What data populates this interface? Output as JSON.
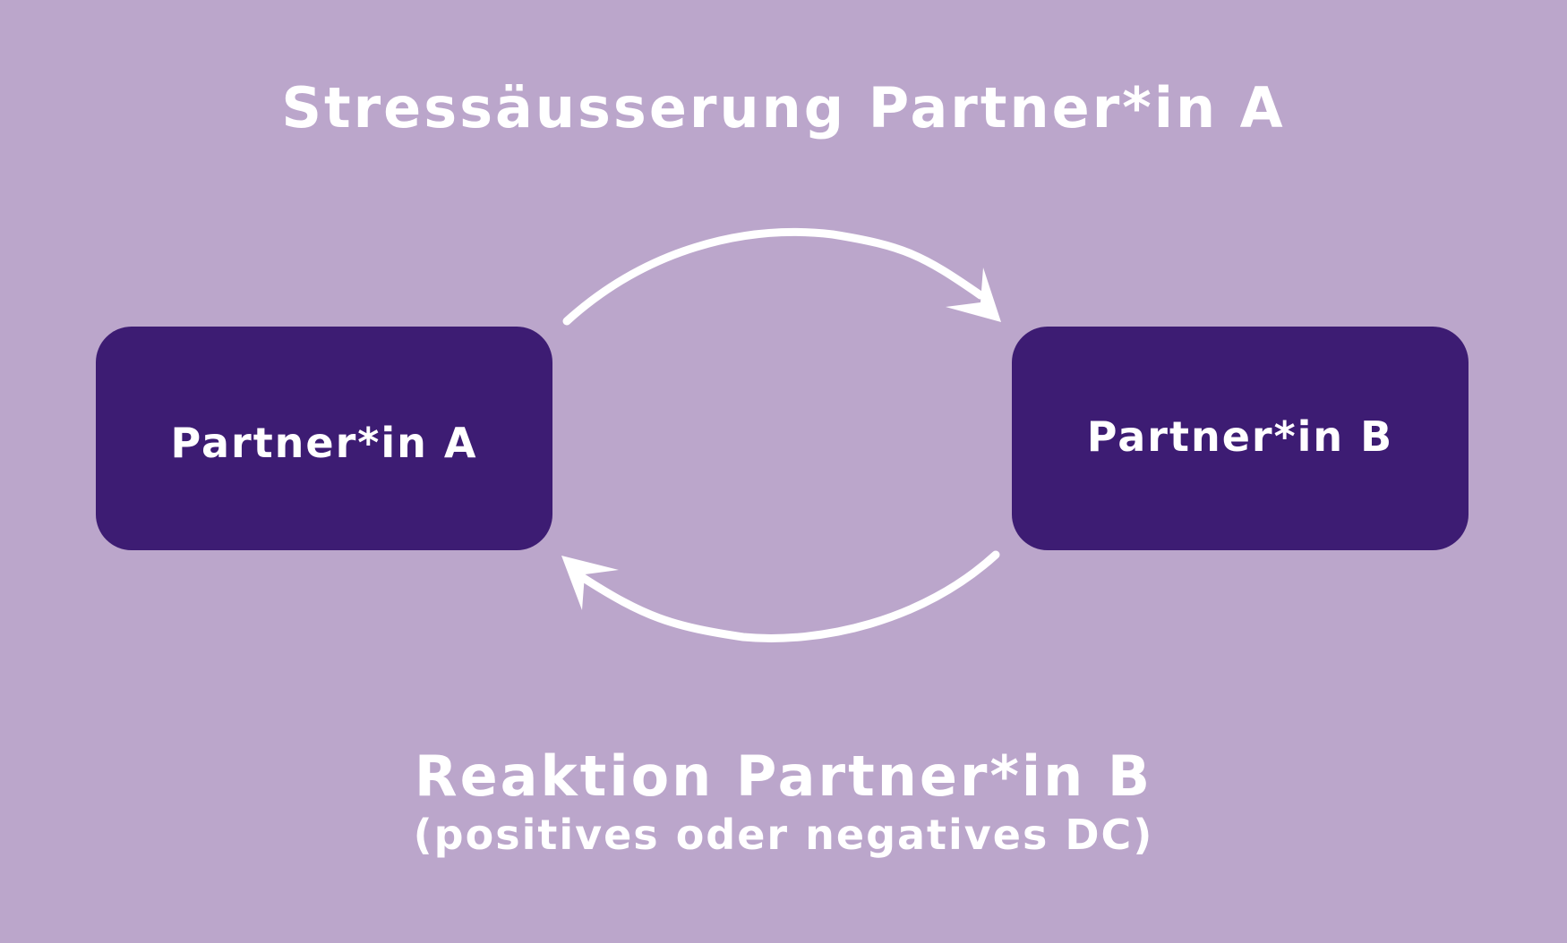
{
  "diagram": {
    "top_label": "Stressäusserung Partner*in A",
    "bottom_label": "Reaktion Partner*in B",
    "bottom_sublabel": "(positives oder negatives DC)",
    "nodes": [
      {
        "id": "a",
        "label": "Partner*in A"
      },
      {
        "id": "b",
        "label": "Partner*in B"
      }
    ],
    "edges": [
      {
        "from": "a",
        "to": "b",
        "label": "Stressäusserung Partner*in A"
      },
      {
        "from": "b",
        "to": "a",
        "label": "Reaktion Partner*in B"
      }
    ]
  },
  "colors": {
    "background": "#bba6cb",
    "node_fill": "#3d1c73",
    "text": "#ffffff",
    "arrow": "#ffffff"
  }
}
